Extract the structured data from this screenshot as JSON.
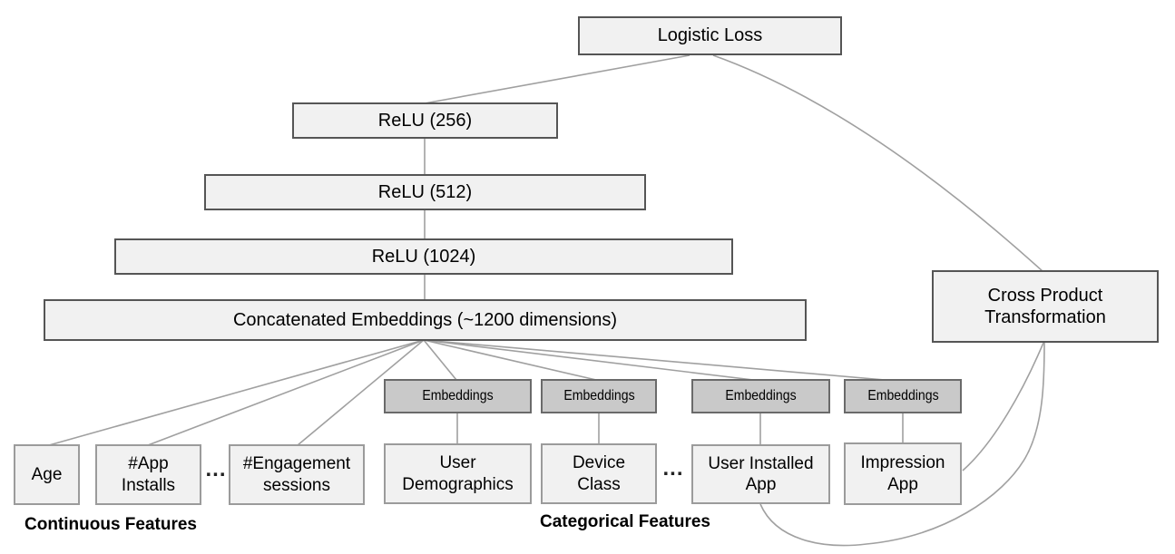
{
  "colors": {
    "box_fill": "#f1f1f1",
    "box_border_dark": "#555555",
    "box_border_light": "#9b9b9b",
    "embedding_fill": "#c9c9c9",
    "embedding_border": "#6a6a6a",
    "connector": "#a0a0a0",
    "text": "#000000",
    "canvas": "#ffffff"
  },
  "nodes": {
    "logistic_loss": "Logistic Loss",
    "relu_256": "ReLU (256)",
    "relu_512": "ReLU (512)",
    "relu_1024": "ReLU (1024)",
    "concatenated_embeddings": "Concatenated Embeddings (~1200 dimensions)",
    "cross_product_transformation": "Cross Product\nTransformation",
    "embeddings_1": "Embeddings",
    "embeddings_2": "Embeddings",
    "embeddings_3": "Embeddings",
    "embeddings_4": "Embeddings",
    "age": "Age",
    "app_installs": "#App\nInstalls",
    "engagement_sessions": "#Engagement\nsessions",
    "user_demographics": "User\nDemographics",
    "device_class": "Device\nClass",
    "user_installed_app": "User Installed\nApp",
    "impression_app": "Impression\nApp"
  },
  "section_labels": {
    "continuous": "Continuous Features",
    "categorical": "Categorical Features"
  },
  "ellipsis": {
    "continuous_gap": "...",
    "categorical_gap": "..."
  },
  "edges": [
    {
      "from": "logistic_loss",
      "to": "relu_256"
    },
    {
      "from": "logistic_loss",
      "to": "cross_product_transformation"
    },
    {
      "from": "relu_256",
      "to": "relu_512"
    },
    {
      "from": "relu_512",
      "to": "relu_1024"
    },
    {
      "from": "relu_1024",
      "to": "concatenated_embeddings"
    },
    {
      "from": "concatenated_embeddings",
      "to": "age"
    },
    {
      "from": "concatenated_embeddings",
      "to": "app_installs"
    },
    {
      "from": "concatenated_embeddings",
      "to": "engagement_sessions"
    },
    {
      "from": "concatenated_embeddings",
      "to": "embeddings_1"
    },
    {
      "from": "concatenated_embeddings",
      "to": "embeddings_2"
    },
    {
      "from": "concatenated_embeddings",
      "to": "embeddings_3"
    },
    {
      "from": "concatenated_embeddings",
      "to": "embeddings_4"
    },
    {
      "from": "embeddings_1",
      "to": "user_demographics"
    },
    {
      "from": "embeddings_2",
      "to": "device_class"
    },
    {
      "from": "embeddings_3",
      "to": "user_installed_app"
    },
    {
      "from": "embeddings_4",
      "to": "impression_app"
    },
    {
      "from": "cross_product_transformation",
      "to": "impression_app"
    },
    {
      "from": "cross_product_transformation",
      "to": "user_installed_app"
    }
  ]
}
